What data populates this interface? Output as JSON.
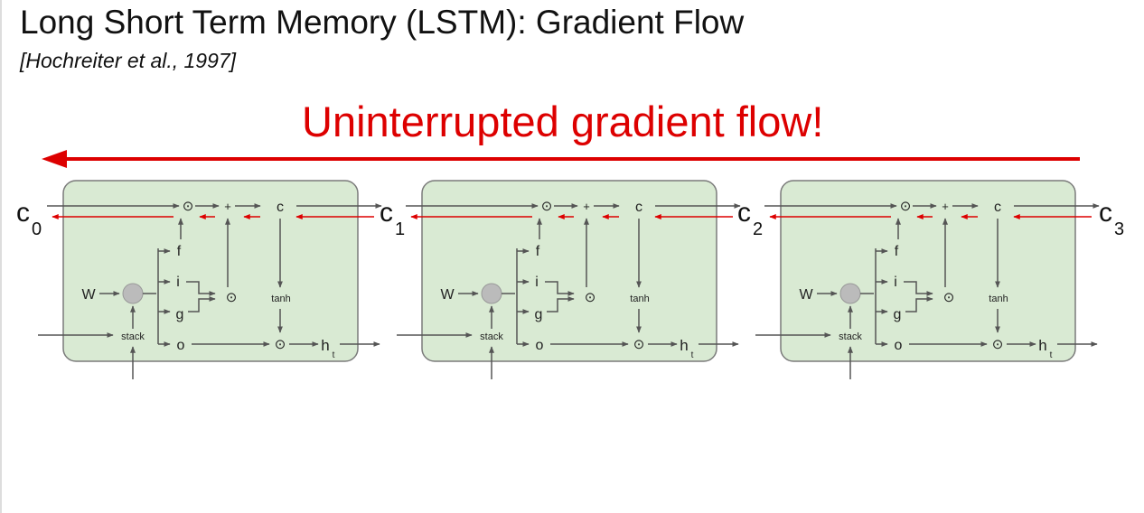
{
  "slide": {
    "title": "Long Short Term Memory (LSTM): Gradient Flow",
    "citation": "[Hochreiter et al., 1997]",
    "headline": "Uninterrupted gradient flow!"
  },
  "cell_states": [
    {
      "base": "c",
      "sub": "0"
    },
    {
      "base": "c",
      "sub": "1"
    },
    {
      "base": "c",
      "sub": "2"
    },
    {
      "base": "c",
      "sub": "3"
    }
  ],
  "cell_labels": {
    "input_weight": "W",
    "stack": "stack",
    "gate_f": "f",
    "gate_i": "i",
    "gate_g": "g",
    "gate_o": "o",
    "mult": "⊙",
    "plus": "+",
    "cell": "c",
    "tanh": "tanh",
    "hidden": "h",
    "hidden_sub": "t"
  },
  "colors": {
    "gradient": "#dd0000",
    "cell_fill": "#d9ead3",
    "cell_border": "#7a7a7a",
    "line": "#555555",
    "node": "#bbbbbb"
  }
}
